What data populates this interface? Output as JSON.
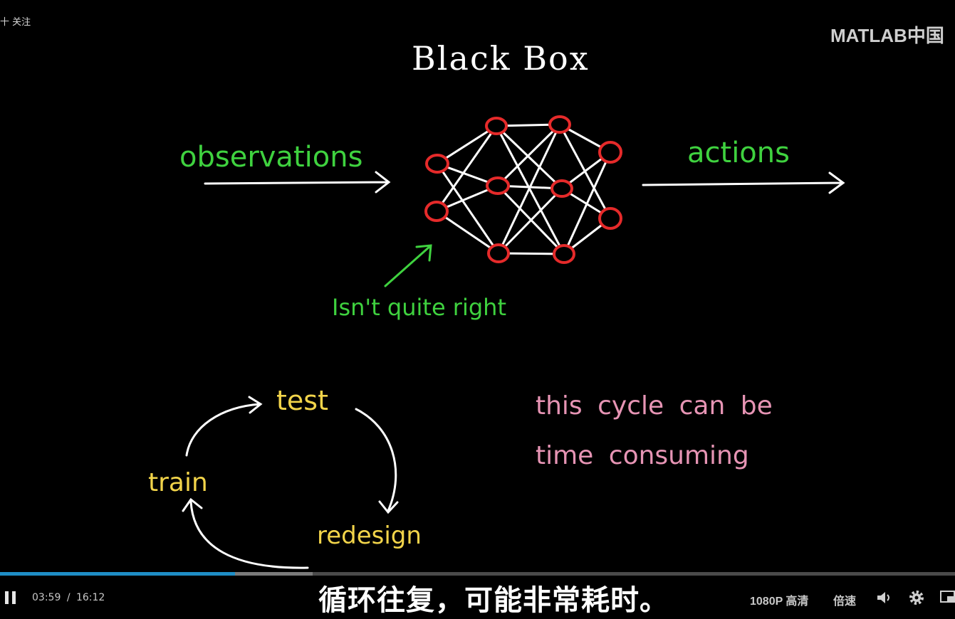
{
  "uploader_follow": "十 关注",
  "watermark": "MATLAB中国",
  "slide": {
    "title": "Black Box",
    "input_label": "observations",
    "output_label": "actions",
    "annotation": "Isn't quite right",
    "cycle": {
      "test": "test",
      "train": "train",
      "redesign": "redesign"
    },
    "note_line1": "this cycle can be",
    "note_line2": "time consuming"
  },
  "player": {
    "current_time": "03:59",
    "separator": "/",
    "duration": "16:12",
    "progress": 0.246,
    "buffered": 0.327,
    "subtitle": "循环往复，可能非常耗时。",
    "quality": "1080P 高清",
    "speed": "倍速",
    "progress_color": "#1f8ec6"
  },
  "icons": {
    "pause": "pause-icon",
    "volume": "volume-icon",
    "settings": "gear-icon",
    "pip": "picture-in-picture-icon"
  }
}
